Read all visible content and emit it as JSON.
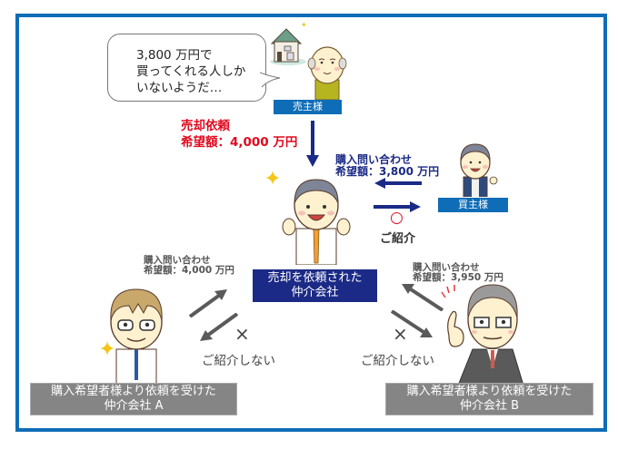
{
  "seller": {
    "speech": "3,800 万円で\n買ってくれる人しか\nいないようだ…",
    "label": "売主様"
  },
  "sale_request": {
    "text": "売却依頼\n希望額：4,000 万円",
    "color": "#e0091e"
  },
  "buyer": {
    "label": "買主様",
    "inquiry": "購入問い合わせ\n希望額：3,800 万円",
    "result_mark": "○",
    "result_text": "ご紹介"
  },
  "listing_agent": {
    "label": "売却を依頼された\n仲介会社"
  },
  "agent_a": {
    "inquiry": "購入問い合わせ\n希望額：4,000 万円",
    "result_mark": "×",
    "result_text": "ご紹介しない",
    "label": "購入希望者様より依頼を受けた\n仲介会社 A"
  },
  "agent_b": {
    "inquiry": "購入問い合わせ\n希望額：3,950 万円",
    "result_mark": "×",
    "result_text": "ご紹介しない",
    "label": "購入希望者様より依頼を受けた\n仲介会社 B"
  },
  "colors": {
    "frame": "#0f6db7",
    "label_blue": "#0f6db7",
    "label_navy": "#1b2a86",
    "label_grey": "#858585",
    "accent_red": "#e0091e",
    "arrow_navy": "#1b2a86",
    "arrow_grey": "#5a5a5a"
  }
}
